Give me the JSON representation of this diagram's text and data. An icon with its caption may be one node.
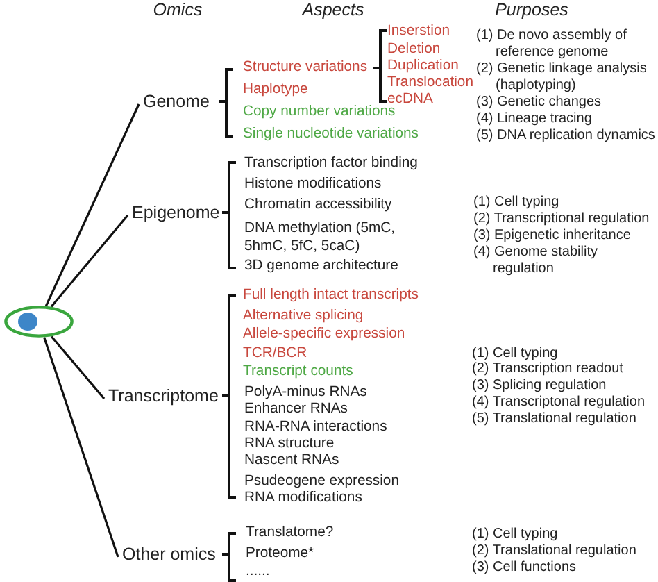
{
  "diagram": {
    "nodes": [
      {
        "text": [],
        "shape": "circle"
      },
      {
        "text": [
          "Genome"
        ]
      },
      {
        "text": [
          "Epigenome"
        ]
      },
      {
        "text": [
          "Transcriptome"
        ]
      },
      {
        "text": [
          "Other omics"
        ]
      }
    ],
    "edges": [
      {
        "from": 0,
        "to": 1,
        "arrow": "none"
      },
      {
        "from": 0,
        "to": 2,
        "arrow": "none"
      },
      {
        "from": 0,
        "to": 3,
        "arrow": "none"
      },
      {
        "from": 0,
        "to": 4,
        "arrow": "none"
      }
    ],
    "labels": [
      "Omics",
      "Aspects",
      "Purposes",
      "Structure variations",
      "Haplotype",
      "Copy number variations",
      "Single nucleotide variations",
      "Inserstion",
      "Deletion",
      "Duplication",
      "Translocation",
      "ecDNA",
      "(1) De novo assembly of reference genome",
      "(2) Genetic linkage analysis (haplotyping)",
      "(3) Genetic changes",
      "(4) Lineage tracing",
      "(5) DNA replication dynamics",
      "Transcription factor binding",
      "Histone modifications",
      "Chromatin accessibility",
      "DNA methylation (5mC, 5hmC, 5fC, 5caC)",
      "3D genome architecture",
      "(1) Cell typing",
      "(2) Transcriptional regulation",
      "(3) Epigenetic inheritance",
      "(4) Genome stability regulation",
      "Full length intact transcripts",
      "Alternative splicing",
      "Allele-specific expression",
      "TCR/BCR",
      "Transcript counts",
      "PolyA-minus RNAs",
      "Enhancer RNAs",
      "RNA-RNA interactions",
      "RNA structure",
      "Nascent RNAs",
      "Psudeogene expression",
      "RNA modifications",
      "(1) Cell typing",
      "(2) Transcription readout",
      "(3) Splicing regulation",
      "(4) Transcriptonal regulation",
      "(5) Translational regulation",
      "Translatome?",
      "Proteome*",
      "......",
      "(1) Cell typing",
      "(2) Translational regulation",
      "(3) Cell functions"
    ]
  }
}
